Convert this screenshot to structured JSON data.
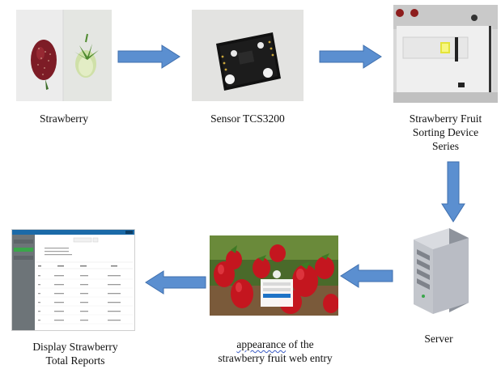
{
  "nodes": {
    "strawberry": {
      "label": "Strawberry"
    },
    "sensor": {
      "label": "Sensor TCS3200"
    },
    "device": {
      "label_line1": "Strawberry Fruit",
      "label_line2": "Sorting Device",
      "label_line3": "Series"
    },
    "server": {
      "label": "Server"
    },
    "web": {
      "label_line1_underlined": "appearance",
      "label_line1_rest": " of the",
      "label_line2": "strawberry fruit web entry"
    },
    "reports": {
      "label_line1": "Display Strawberry",
      "label_line2": "Total Reports"
    }
  },
  "colors": {
    "arrow_fill": "#5b8fd0",
    "arrow_stroke": "#3f6fae",
    "sensor_board": "#121212",
    "app_sidebar": "#6d7478",
    "app_topbar": "#1b6aa8",
    "app_sidebar_active": "#3aa64a",
    "server_body": "#b9bcc4"
  },
  "icons": {
    "arrow": "arrow-icon",
    "server": "server-tower-icon"
  }
}
